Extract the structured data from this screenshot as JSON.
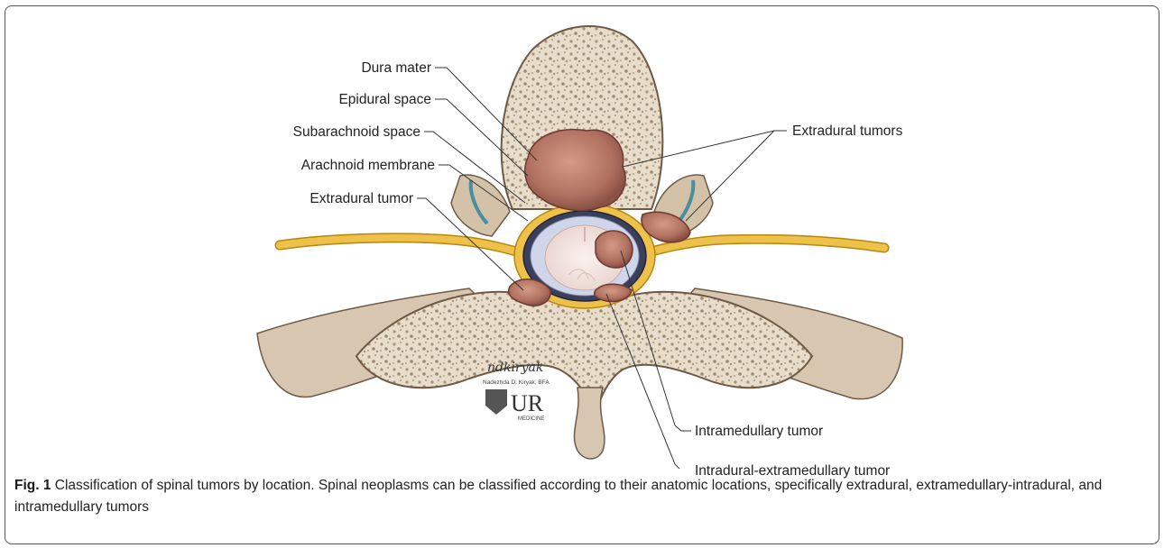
{
  "labels": {
    "dura_mater": "Dura mater",
    "epidural_space": "Epidural space",
    "subarachnoid_space": "Subarachnoid space",
    "arachnoid_membrane": "Arachnoid membrane",
    "extradural_tumor": "Extradural tumor",
    "extradural_tumors": "Extradural tumors",
    "intramedullary_tumor": "Intramedullary tumor",
    "intradural_extramedullary_tumor": "Intradural-extramedullary tumor"
  },
  "artist": {
    "signature": "ndkiryak",
    "credit": "Nadezhda D. Kiryak, BFA",
    "logo_letters": "UR",
    "logo_sub": "MEDICINE"
  },
  "caption": {
    "fig_label": "Fig. 1",
    "text": " Classification of spinal tumors by location. Spinal neoplasms can be classified according to their anatomic locations, specifically extradural, extramedullary-intradural, and intramedullary tumors"
  },
  "colors": {
    "bone_fill": "#e6dac8",
    "nerve": "#e8b830",
    "tumor": "#a86b5c",
    "dura": "#3a3f5c",
    "cord": "#f2e4e0"
  }
}
